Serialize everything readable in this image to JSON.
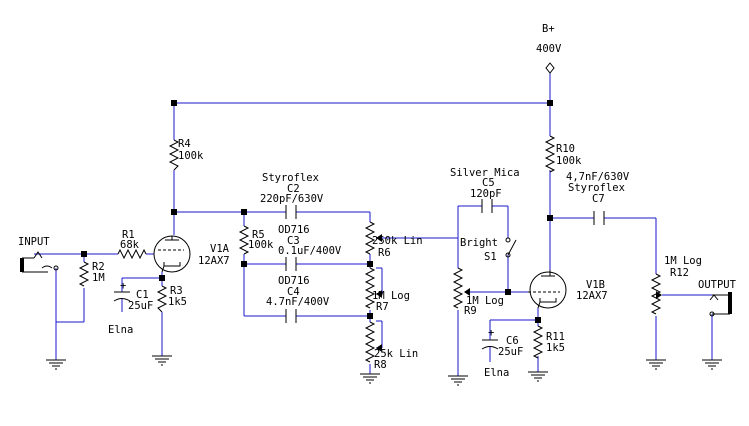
{
  "supply": {
    "name": "B+",
    "voltage": "400V"
  },
  "input": {
    "label": "INPUT"
  },
  "output": {
    "label": "OUTPUT"
  },
  "r1": {
    "ref": "R1",
    "value": "68k"
  },
  "r2": {
    "ref": "R2",
    "value": "1M"
  },
  "c1": {
    "ref": "C1",
    "value": "25uF",
    "brand": "Elna",
    "polarity": "+"
  },
  "r3": {
    "ref": "R3",
    "value": "1k5"
  },
  "r4": {
    "ref": "R4",
    "value": "100k"
  },
  "v1a": {
    "ref": "V1A",
    "type": "12AX7"
  },
  "r5": {
    "ref": "R5",
    "value": "100k"
  },
  "c2": {
    "brand": "Styroflex",
    "ref": "C2",
    "value": "220pF/630V"
  },
  "c3": {
    "brand": "OD716",
    "ref": "C3",
    "value": "0.1uF/400V"
  },
  "c4": {
    "brand": "OD716",
    "ref": "C4",
    "value": "4.7nF/400V"
  },
  "r6": {
    "value": "250k Lin",
    "ref": "R6"
  },
  "r7": {
    "value": "1M Log",
    "ref": "R7"
  },
  "r8": {
    "value": "25k Lin",
    "ref": "R8"
  },
  "c5": {
    "brand": "Silver Mica",
    "ref": "C5",
    "value": "120pF"
  },
  "s1": {
    "function": "Bright",
    "ref": "S1"
  },
  "r9": {
    "value": "1M Log",
    "ref": "R9"
  },
  "r10": {
    "ref": "R10",
    "value": "100k"
  },
  "c7": {
    "value": "4,7nF/630V",
    "brand": "Styroflex",
    "ref": "C7"
  },
  "v1b": {
    "ref": "V1B",
    "type": "12AX7"
  },
  "c6": {
    "ref": "C6",
    "value": "25uF",
    "brand": "Elna",
    "polarity": "+"
  },
  "r11": {
    "ref": "R11",
    "value": "1k5"
  },
  "r12": {
    "value": "1M Log",
    "ref": "R12"
  },
  "colors": {
    "wire": "#1a1acc",
    "component": "#000000",
    "background": "#ffffff"
  }
}
